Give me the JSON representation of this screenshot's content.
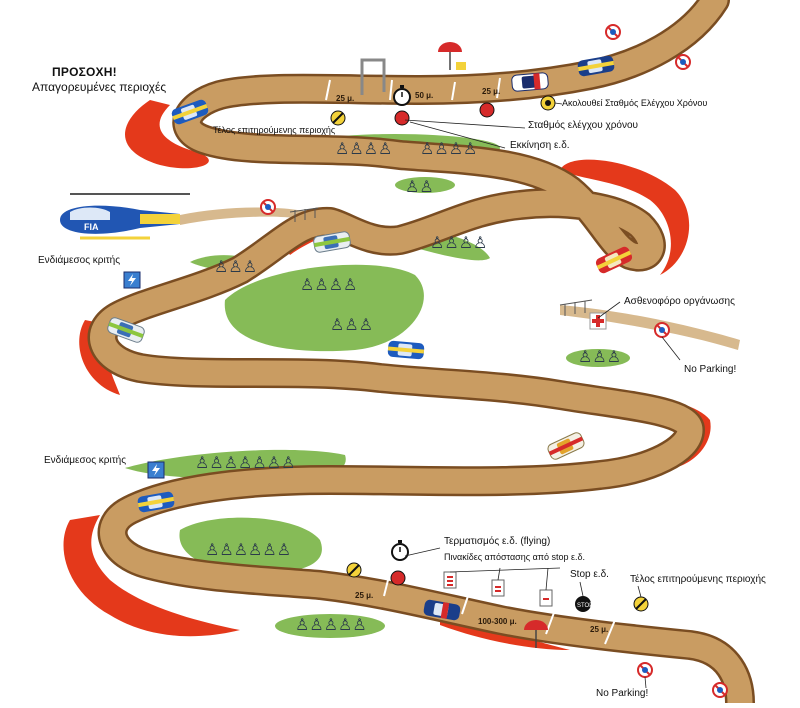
{
  "warning": {
    "title": "ΠΡΟΣΟΧΗ!",
    "subtitle": "Απαγορευμένες περιοχές"
  },
  "labels": {
    "end_restricted_top": "Τέλος επιτηρούμενης περιοχής",
    "follow_time_control": "Ακολουθεί Σταθμός Ελέγχου Χρόνου",
    "time_control_station": "Σταθμός ελέγχου χρόνου",
    "start_ss": "Εκκίνηση ε.δ.",
    "judge_top": "Ενδιάμεσος κριτής",
    "ambulance": "Ασθενοφόρο οργάνωσης",
    "no_parking_mid": "No Parking!",
    "judge_bottom": "Ενδιάμεσος κριτής",
    "finish_flying": "Τερματισμός ε.δ. (flying)",
    "distance_signs": "Πινακίδες απόστασης από stop ε.δ.",
    "stop_ss": "Stop ε.δ.",
    "end_restricted_bottom": "Τέλος επιτηρούμενης περιοχής",
    "no_parking_bottom": "No Parking!"
  },
  "road_marks": {
    "d25_a": "25 μ.",
    "d50": "50 μ.",
    "d25_b": "25 μ.",
    "d25_c": "25 μ.",
    "d100_300": "100-300 μ.",
    "d25_d": "25 μ."
  },
  "helicopter": {
    "tag": "FIA"
  },
  "icons": {
    "no_parking": "no-parking-icon",
    "lightning": "lightning-icon",
    "stopwatch": "stopwatch-icon",
    "red_cross": "red-cross-icon",
    "helicopter": "helicopter-icon",
    "umbrella": "umbrella-icon"
  },
  "colors": {
    "road": "#c99c62",
    "road_edge": "#8a5a2a",
    "danger_zone": "#e4391b",
    "spectator_zone": "#86bb57",
    "spectator": "#2b3a4a",
    "background": "#ffffff"
  }
}
